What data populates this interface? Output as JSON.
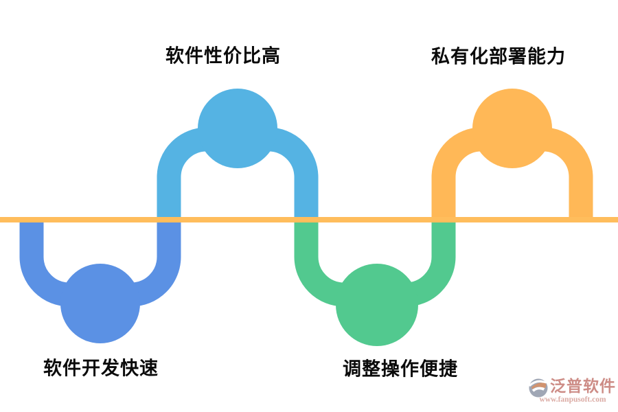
{
  "diagram": {
    "type": "wave-timeline-infographic",
    "baseline_color": "#FFBD5C",
    "label_color": "#0a0a0a",
    "features": [
      {
        "label": "软件性价比高",
        "color": "#55B3E3",
        "placement": "top"
      },
      {
        "label": "私有化部署能力",
        "color": "#FFB857",
        "placement": "top"
      },
      {
        "label": "软件开发快速",
        "color": "#5B91E4",
        "placement": "bottom"
      },
      {
        "label": "调整操作便捷",
        "color": "#52C98F",
        "placement": "bottom"
      }
    ]
  },
  "watermark": {
    "brand": "泛普软件",
    "url": "www.fanpusoft.com",
    "brand_color": "#C9837C",
    "url_color": "#D8A49D",
    "icon": {
      "name": "fanpu-logo-icon",
      "gray": "#98A0AF",
      "orange": "#CE8A63"
    }
  }
}
